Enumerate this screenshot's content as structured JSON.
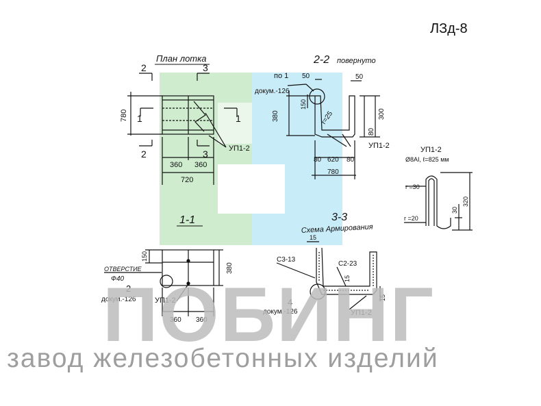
{
  "header": {
    "code": "ЛЗд-8"
  },
  "watermark": {
    "brand": "ПОБИНГ",
    "tagline": "завод железобетонных изделий"
  },
  "plan": {
    "title": "План лотка",
    "section_2": "2",
    "section_3": "3",
    "section_1": "1",
    "dim_780": "780",
    "dim_360a": "360",
    "dim_360b": "360",
    "dim_720": "720",
    "rebar": "УП1-2"
  },
  "sec22": {
    "title": "2-2",
    "note": "повернуто",
    "ref": "по 1",
    "doc": "докум.-126",
    "d50a": "50",
    "d50b": "50",
    "d150": "150",
    "d380": "380",
    "d300": "300",
    "d80v": "80",
    "d80h1": "80",
    "d620": "620",
    "d80h2": "80",
    "d780": "780",
    "r25": "r=25",
    "rebar": "УП1-2"
  },
  "up12": {
    "title": "УП1-2",
    "spec": "Ø8АI, ℓ=825 мм",
    "r30": "r =30",
    "r20": "r =20",
    "d30": "30",
    "d320": "320"
  },
  "sec11": {
    "title": "1-1",
    "hole": "ОТВЕРСТИЕ",
    "dia": "Ф40",
    "ref": "2",
    "doc": "докум.-126",
    "d150": "150",
    "d380": "380",
    "d360a": "360",
    "d360b": "360",
    "rebar": "УП1-2"
  },
  "sec33": {
    "title": "3-3",
    "scheme": "Схема Армирования",
    "d15a": "15",
    "s313": "С3-13",
    "s223": "С2-23",
    "d15b": "15",
    "d15c": "15",
    "ref": "4",
    "doc": "докум.-126",
    "rebar": "УП1-2"
  },
  "colors": {
    "green": "#cfeccf",
    "blue": "#c8ecf8",
    "ink": "#111111",
    "watermark": "#bdbdbd"
  }
}
